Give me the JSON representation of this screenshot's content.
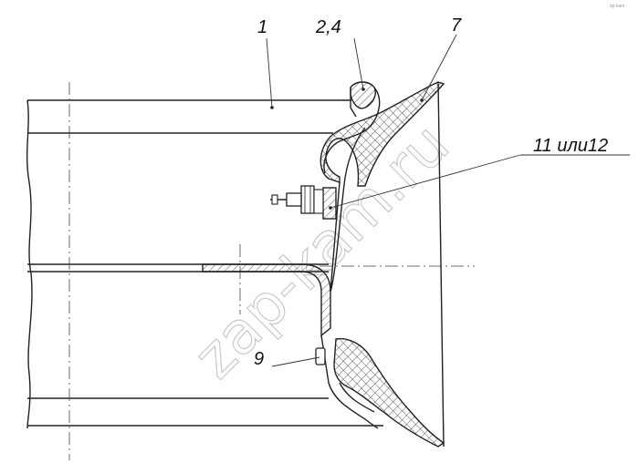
{
  "callouts": {
    "c1": "1",
    "c24": "2,4",
    "c7": "7",
    "c1112": "11 или12",
    "c9": "9"
  },
  "watermark": "zap-kam.ru",
  "corner_mark": "zp-kam"
}
